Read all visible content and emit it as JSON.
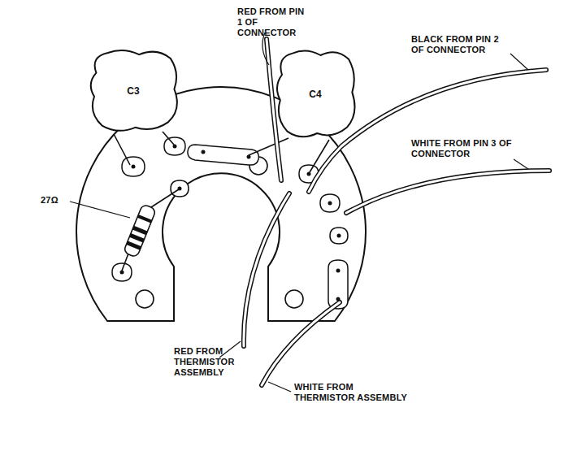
{
  "diagram": {
    "nodes": [
      {
        "text": [
          "C3"
        ]
      },
      {
        "text": [
          "C4"
        ]
      }
    ],
    "labels": [
      "RED FROM PIN 1 OF CONNECTOR",
      "BLACK FROM PIN 2 OF CONNECTOR",
      "WHITE FROM PIN 3 OF CONNECTOR",
      "27Ω",
      "RED FROM THERMISTOR ASSEMBLY",
      "WHITE FROM THERMISTOR ASSEMBLY"
    ]
  }
}
